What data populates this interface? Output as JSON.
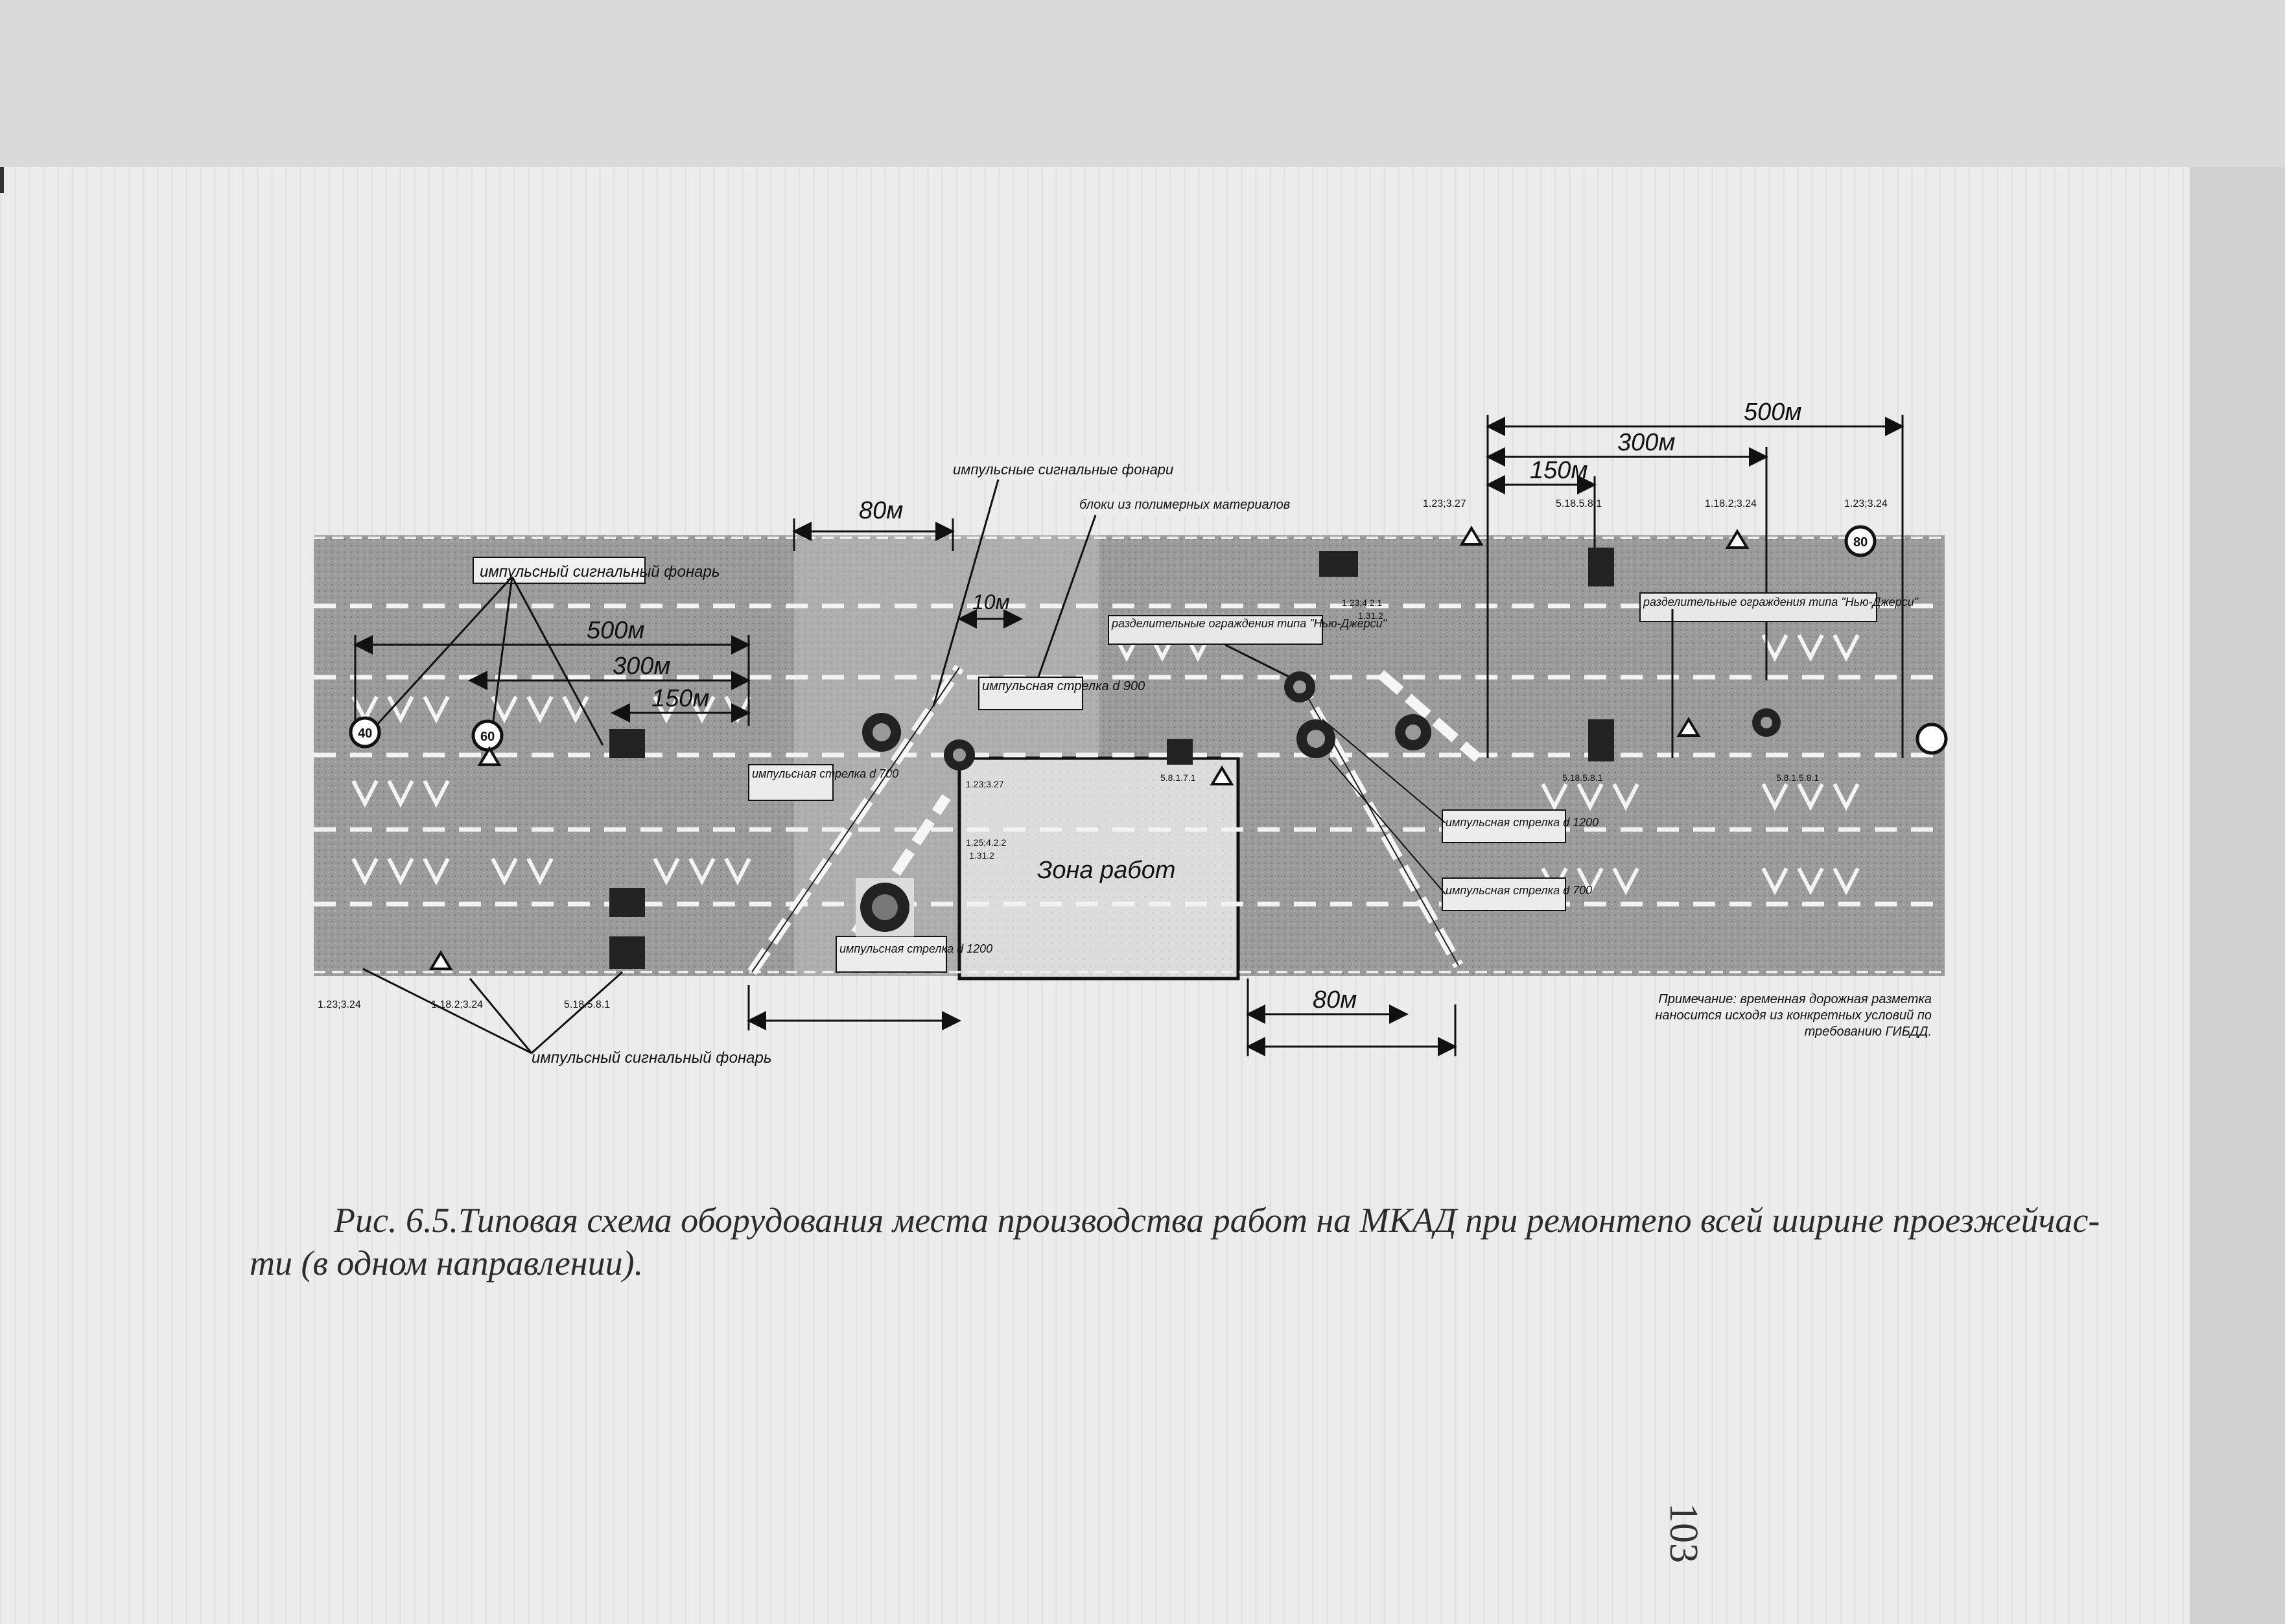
{
  "figure": {
    "labels": {
      "flasher_top_left": "импульсный сигнальный фонарь",
      "flasher_bottom_left": "импульсный сигнальный фонарь",
      "pulse_lights_top": "импульсные сигнальные фонари",
      "polymer_blocks": "блоки из полимерных материалов",
      "nj_barrier_center": "разделительные ограждения типа \"Нью-Джерси\"",
      "nj_barrier_right": "разделительные ограждения типа \"Нью-Джерси\"",
      "arrow_d900": "импульсная стрелка d 900",
      "arrow_d700_left": "импульсная стрелка d 700",
      "arrow_d1200_left": "импульсная стрелка d 1200",
      "arrow_d1200_right": "импульсная стрелка d 1200",
      "arrow_d700_right": "импульсная стрелка d 700",
      "work_zone": "Зона работ",
      "note": "Примечание: временная дорожная разметка наносится исходя из конкретных условий по требованию ГИБДД."
    },
    "dimensions": {
      "d500_left": "500м",
      "d300_left": "300м",
      "d150_left": "150м",
      "d80_top": "80м",
      "d10": "10м",
      "d80_bottom": "80м",
      "d500_right": "500м",
      "d300_right": "300м",
      "d150_right": "150м"
    },
    "sign_codes": {
      "c1": "1.23;3.24",
      "c2": "1.18.2;3.24",
      "c3": "5.18.5.8.1",
      "c4": "1.23;3.27",
      "c5": "5.18.5.8.1",
      "c6": "1.18.2;3.24",
      "c7": "1.23;3.24",
      "c8": "1.23;4.2.1",
      "c9": "1.31.2",
      "c10": "1.25;4.2.2",
      "c11": "1.31.2",
      "c12": "5.8.1.7.1",
      "c13": "1.23;3.27",
      "c14": "5.18.5.8.1",
      "c15": "5.8.1.5.8.1"
    },
    "speed_limits": [
      "40",
      "60",
      "80"
    ]
  },
  "caption": {
    "line1": "Рис. 6.5.Типовая схема оборудования места производства работ на МКАД при ремонтепо всей ширине проезжейчас-",
    "line2": "ти (в одном направлении)."
  },
  "page_number": "103",
  "colors": {
    "road": "#9a9a9a",
    "zone": "#d9d9d9",
    "ink": "#111111"
  }
}
